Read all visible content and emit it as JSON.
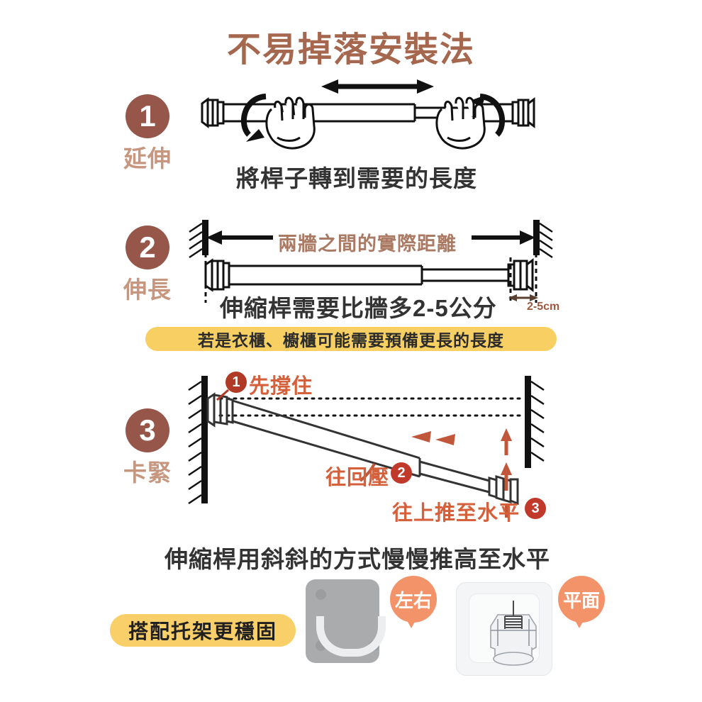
{
  "page": {
    "title": "不易掉落安裝法",
    "background": "#ffffff",
    "accent_brown": "#96564a",
    "accent_tan": "#c7967f",
    "accent_title": "#a5684f",
    "accent_yellow": "#f7cf62",
    "accent_orange": "#f3936a",
    "accent_red": "#c0392b"
  },
  "steps": [
    {
      "number": "1",
      "label": "延伸",
      "caption": "將桿子轉到需要的長度",
      "illustration": "telescopic-rod-two-hands-twisting"
    },
    {
      "number": "2",
      "label": "伸長",
      "dimension_label": "兩牆之間的實際距離",
      "caption": "伸縮桿需要比牆多2-5公分",
      "measure_note": "2-5cm",
      "tip": "若是衣櫃、櫥櫃可能需要預備更長的長度",
      "illustration": "rod-between-two-walls-with-dimension-arrow"
    },
    {
      "number": "3",
      "label": "卡緊",
      "annotations": [
        {
          "marker": "1",
          "text": "先撐住"
        },
        {
          "marker": "2",
          "text": "往回壓"
        },
        {
          "marker": "3",
          "text": "往上推至水平"
        }
      ],
      "caption": "伸縮桿用斜斜的方式慢慢推高至水平",
      "illustration": "tilted-rod-pushed-up-to-level"
    }
  ],
  "footer": {
    "banner": "搭配托架更穩固",
    "products": [
      {
        "badge": "左右",
        "name": "side-bracket-gray"
      },
      {
        "badge": "平面",
        "name": "flat-mount-clear"
      }
    ]
  }
}
